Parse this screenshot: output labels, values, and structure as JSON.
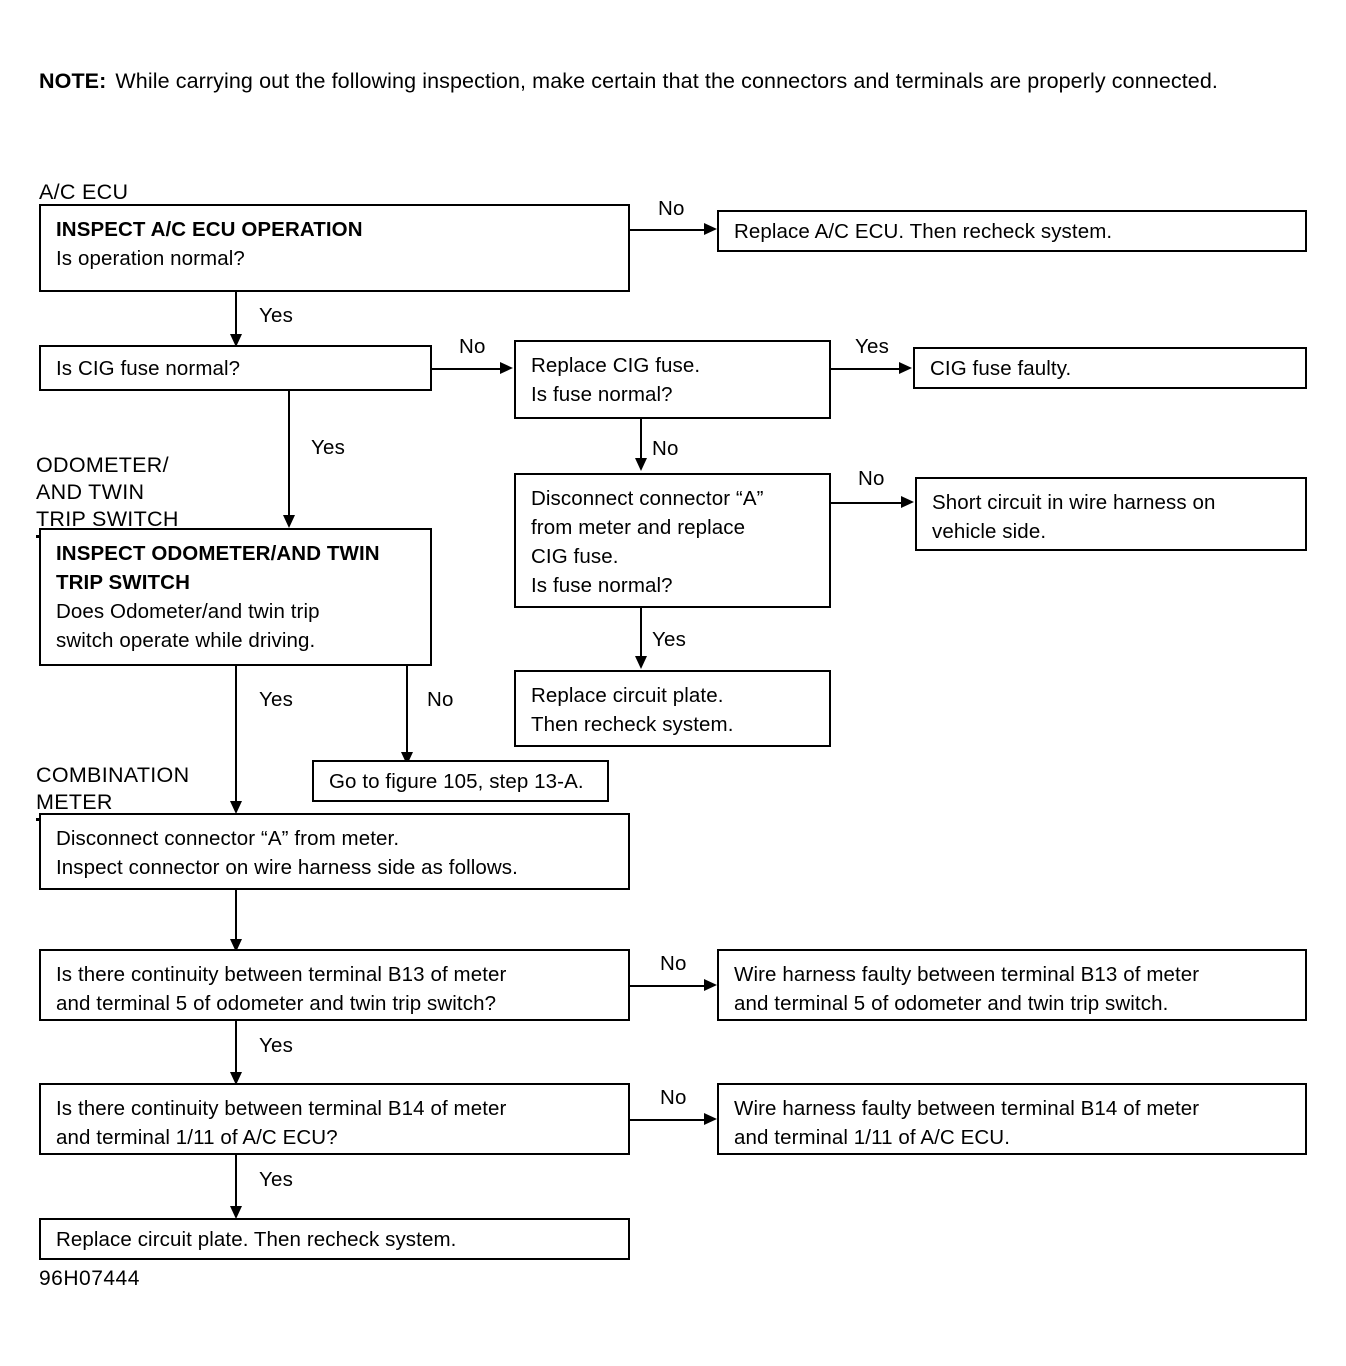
{
  "note": {
    "label": "NOTE:",
    "text": "While carrying out the following inspection, make certain that the connectors and terminals are properly connected."
  },
  "sections": {
    "ac_ecu": "A/C ECU",
    "odometer": "ODOMETER/\nAND TWIN\nTRIP SWITCH",
    "combination_meter": "COMBINATION\nMETER"
  },
  "boxes": {
    "inspect_ac_ecu": {
      "heading": "INSPECT A/C ECU OPERATION",
      "line1": "Is operation normal?"
    },
    "replace_ac_ecu": {
      "line1": "Replace A/C ECU. Then recheck system."
    },
    "cig_fuse_normal": {
      "line1": "Is CIG fuse normal?"
    },
    "replace_cig_fuse": {
      "line1": "Replace CIG fuse.",
      "line2": "Is fuse normal?"
    },
    "cig_fuse_faulty": {
      "line1": "CIG fuse faulty."
    },
    "disconnect_connector_a_replace_fuse": {
      "line1": "Disconnect connector “A”",
      "line2": "from meter and replace",
      "line3": "CIG fuse.",
      "line4": "Is fuse normal?"
    },
    "short_circuit": {
      "line1": "Short circuit in wire harness on",
      "line2": "vehicle side."
    },
    "replace_circuit_plate_1": {
      "line1": "Replace circuit plate.",
      "line2": "Then recheck system."
    },
    "inspect_odometer": {
      "heading1": "INSPECT ODOMETER/AND TWIN",
      "heading2": "TRIP SWITCH",
      "line1": "Does Odometer/and twin trip",
      "line2": "switch operate while driving."
    },
    "go_to_figure": {
      "line1": "Go to figure 105, step 13-A."
    },
    "disconnect_connector_a_meter": {
      "line1": "Disconnect connector “A” from meter.",
      "line2": "Inspect connector on wire harness side as follows."
    },
    "continuity_b13": {
      "line1": "Is there continuity between terminal B13 of meter",
      "line2": "and terminal 5 of odometer and twin trip switch?"
    },
    "harness_faulty_b13": {
      "line1": "Wire harness faulty between terminal B13 of meter",
      "line2": "and terminal 5 of odometer and twin trip switch."
    },
    "continuity_b14": {
      "line1": "Is there continuity between terminal B14 of meter",
      "line2": "and terminal 1/11 of A/C ECU?"
    },
    "harness_faulty_b14": {
      "line1": "Wire harness faulty between terminal B14 of meter",
      "line2": "and terminal 1/11 of A/C ECU."
    },
    "replace_circuit_plate_2": {
      "line1": "Replace circuit plate. Then recheck system."
    }
  },
  "edges": {
    "ac_ecu_no": "No",
    "ac_ecu_yes": "Yes",
    "cig_no": "No",
    "cig_yes_down": "Yes",
    "replace_cig_yes": "Yes",
    "replace_cig_no": "No",
    "disconnect_no": "No",
    "disconnect_yes": "Yes",
    "odometer_yes": "Yes",
    "odometer_no": "No",
    "b13_no": "No",
    "b13_yes": "Yes",
    "b14_no": "No",
    "b14_yes": "Yes"
  },
  "figure_id": "96H07444"
}
